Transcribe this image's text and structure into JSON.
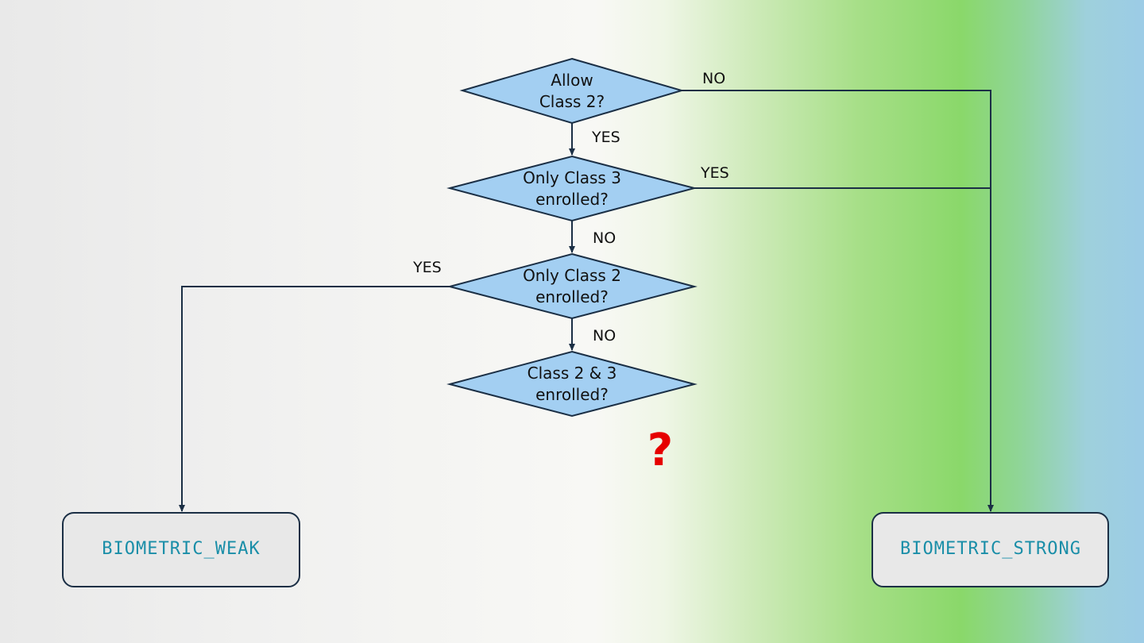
{
  "decisions": {
    "allow_class2": {
      "line1": "Allow",
      "line2": "Class 2?"
    },
    "only_class3": {
      "line1": "Only Class 3",
      "line2": "enrolled?"
    },
    "only_class2": {
      "line1": "Only Class 2",
      "line2": "enrolled?"
    },
    "class2_and_3": {
      "line1": "Class 2 & 3",
      "line2": "enrolled?"
    }
  },
  "edges": {
    "allow_no": "NO",
    "allow_yes": "YES",
    "only3_yes": "YES",
    "only3_no": "NO",
    "only2_yes": "YES",
    "only2_no": "NO"
  },
  "outcomes": {
    "weak": "BIOMETRIC_WEAK",
    "strong": "BIOMETRIC_STRONG"
  },
  "unknown_marker": "?",
  "colors": {
    "diamond_fill": "#a3cff2",
    "stroke": "#1b2f45",
    "terminal_fill": "#e8e8e8",
    "terminal_text": "#1a8ea8",
    "question": "#e60000"
  }
}
